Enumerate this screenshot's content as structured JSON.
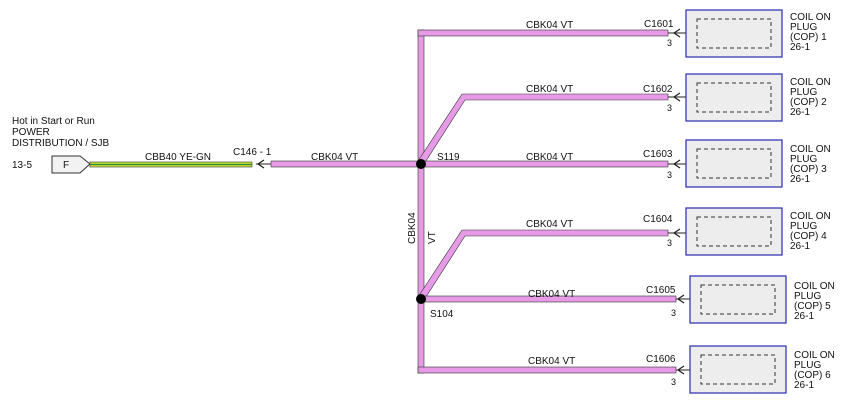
{
  "source": {
    "line1": "Hot in Start or Run",
    "line2": "POWER",
    "line3": "DISTRIBUTION / SJB",
    "ref": "13-5",
    "pin": "F"
  },
  "feed_wire": {
    "label": "CBB40  YE-GN",
    "color_main": "#c8e03a",
    "color_stripe": "#2f8a2f"
  },
  "connector_c146": {
    "label": "C146 - 1"
  },
  "main_wire": {
    "label": "CBK04  VT"
  },
  "vertical_wire": {
    "label_top": "CBK04",
    "label_bottom": "VT"
  },
  "splices": [
    {
      "label": "S119"
    },
    {
      "label": "S104"
    }
  ],
  "wire_color": "#e79be7",
  "box_border_color": "#2a2ab0",
  "branches": [
    {
      "wire": "CBK04  VT",
      "connector": "C1601",
      "pin": "3",
      "name": "COIL ON",
      "name2": "PLUG",
      "name3": "(COP) 1",
      "ref": "26-1"
    },
    {
      "wire": "CBK04  VT",
      "connector": "C1602",
      "pin": "3",
      "name": "COIL ON",
      "name2": "PLUG",
      "name3": "(COP) 2",
      "ref": "26-1"
    },
    {
      "wire": "CBK04  VT",
      "connector": "C1603",
      "pin": "3",
      "name": "COIL ON",
      "name2": "PLUG",
      "name3": "(COP) 3",
      "ref": "26-1"
    },
    {
      "wire": "CBK04  VT",
      "connector": "C1604",
      "pin": "3",
      "name": "COIL ON",
      "name2": "PLUG",
      "name3": "(COP) 4",
      "ref": "26-1"
    },
    {
      "wire": "CBK04  VT",
      "connector": "C1605",
      "pin": "3",
      "name": "COIL ON",
      "name2": "PLUG",
      "name3": "(COP) 5",
      "ref": "26-1"
    },
    {
      "wire": "CBK04  VT",
      "connector": "C1606",
      "pin": "3",
      "name": "COIL ON",
      "name2": "PLUG",
      "name3": "(COP) 6",
      "ref": "26-1"
    }
  ]
}
